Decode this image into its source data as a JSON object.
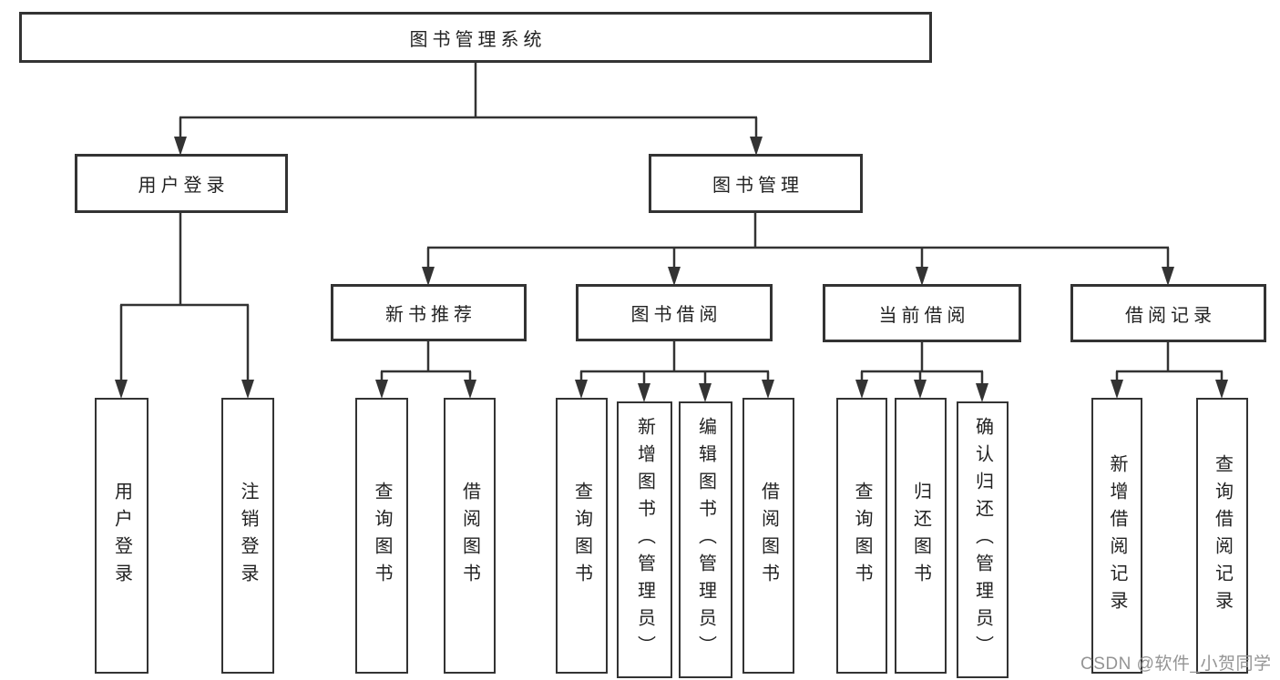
{
  "diagram": {
    "root": "图书管理系统",
    "level2": {
      "user_login": "用户登录",
      "book_mgmt": "图书管理"
    },
    "user_login_children": [
      "用户登录",
      "注销登录"
    ],
    "level3": {
      "new_book": "新书推荐",
      "book_borrow": "图书借阅",
      "current_borrow": "当前借阅",
      "borrow_record": "借阅记录"
    },
    "new_book_children": [
      "查询图书",
      "借阅图书"
    ],
    "book_borrow_children": [
      "查询图书",
      "新增图书（管理员）",
      "编辑图书（管理员）",
      "借阅图书"
    ],
    "current_borrow_children": [
      "查询图书",
      "归还图书",
      "确认归还（管理员）"
    ],
    "borrow_record_children": [
      "新增借阅记录",
      "查询借阅记录"
    ]
  },
  "watermark": "CSDN @软件_小贺同学",
  "colors": {
    "line": "#333333",
    "border": "#333333",
    "text": "#222222",
    "watermark": "#949494",
    "background": "#ffffff"
  }
}
